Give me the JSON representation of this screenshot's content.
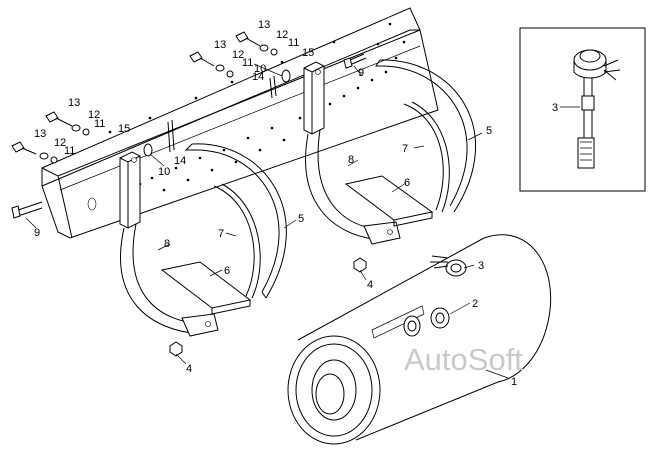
{
  "diagram": {
    "watermark": "AutoSoft",
    "callouts": [
      {
        "id": "c1",
        "text": "1"
      },
      {
        "id": "c2",
        "text": "2"
      },
      {
        "id": "c3a",
        "text": "3"
      },
      {
        "id": "c3b",
        "text": "3"
      },
      {
        "id": "c4a",
        "text": "4"
      },
      {
        "id": "c4b",
        "text": "4"
      },
      {
        "id": "c5a",
        "text": "5"
      },
      {
        "id": "c5b",
        "text": "5"
      },
      {
        "id": "c6a",
        "text": "6"
      },
      {
        "id": "c6b",
        "text": "6"
      },
      {
        "id": "c7a",
        "text": "7"
      },
      {
        "id": "c7b",
        "text": "7"
      },
      {
        "id": "c8a",
        "text": "8"
      },
      {
        "id": "c8b",
        "text": "8"
      },
      {
        "id": "c9a",
        "text": "9"
      },
      {
        "id": "c9b",
        "text": "9"
      },
      {
        "id": "c10a",
        "text": "10"
      },
      {
        "id": "c10b",
        "text": "10"
      },
      {
        "id": "c11a",
        "text": "11"
      },
      {
        "id": "c11b",
        "text": "11"
      },
      {
        "id": "c11c",
        "text": "11"
      },
      {
        "id": "c11d",
        "text": "11"
      },
      {
        "id": "c12a",
        "text": "12"
      },
      {
        "id": "c12b",
        "text": "12"
      },
      {
        "id": "c12c",
        "text": "12"
      },
      {
        "id": "c12d",
        "text": "12"
      },
      {
        "id": "c13a",
        "text": "13"
      },
      {
        "id": "c13b",
        "text": "13"
      },
      {
        "id": "c13c",
        "text": "13"
      },
      {
        "id": "c13d",
        "text": "13"
      },
      {
        "id": "c14a",
        "text": "14"
      },
      {
        "id": "c14b",
        "text": "14"
      },
      {
        "id": "c15a",
        "text": "15"
      },
      {
        "id": "c15b",
        "text": "15"
      }
    ]
  }
}
